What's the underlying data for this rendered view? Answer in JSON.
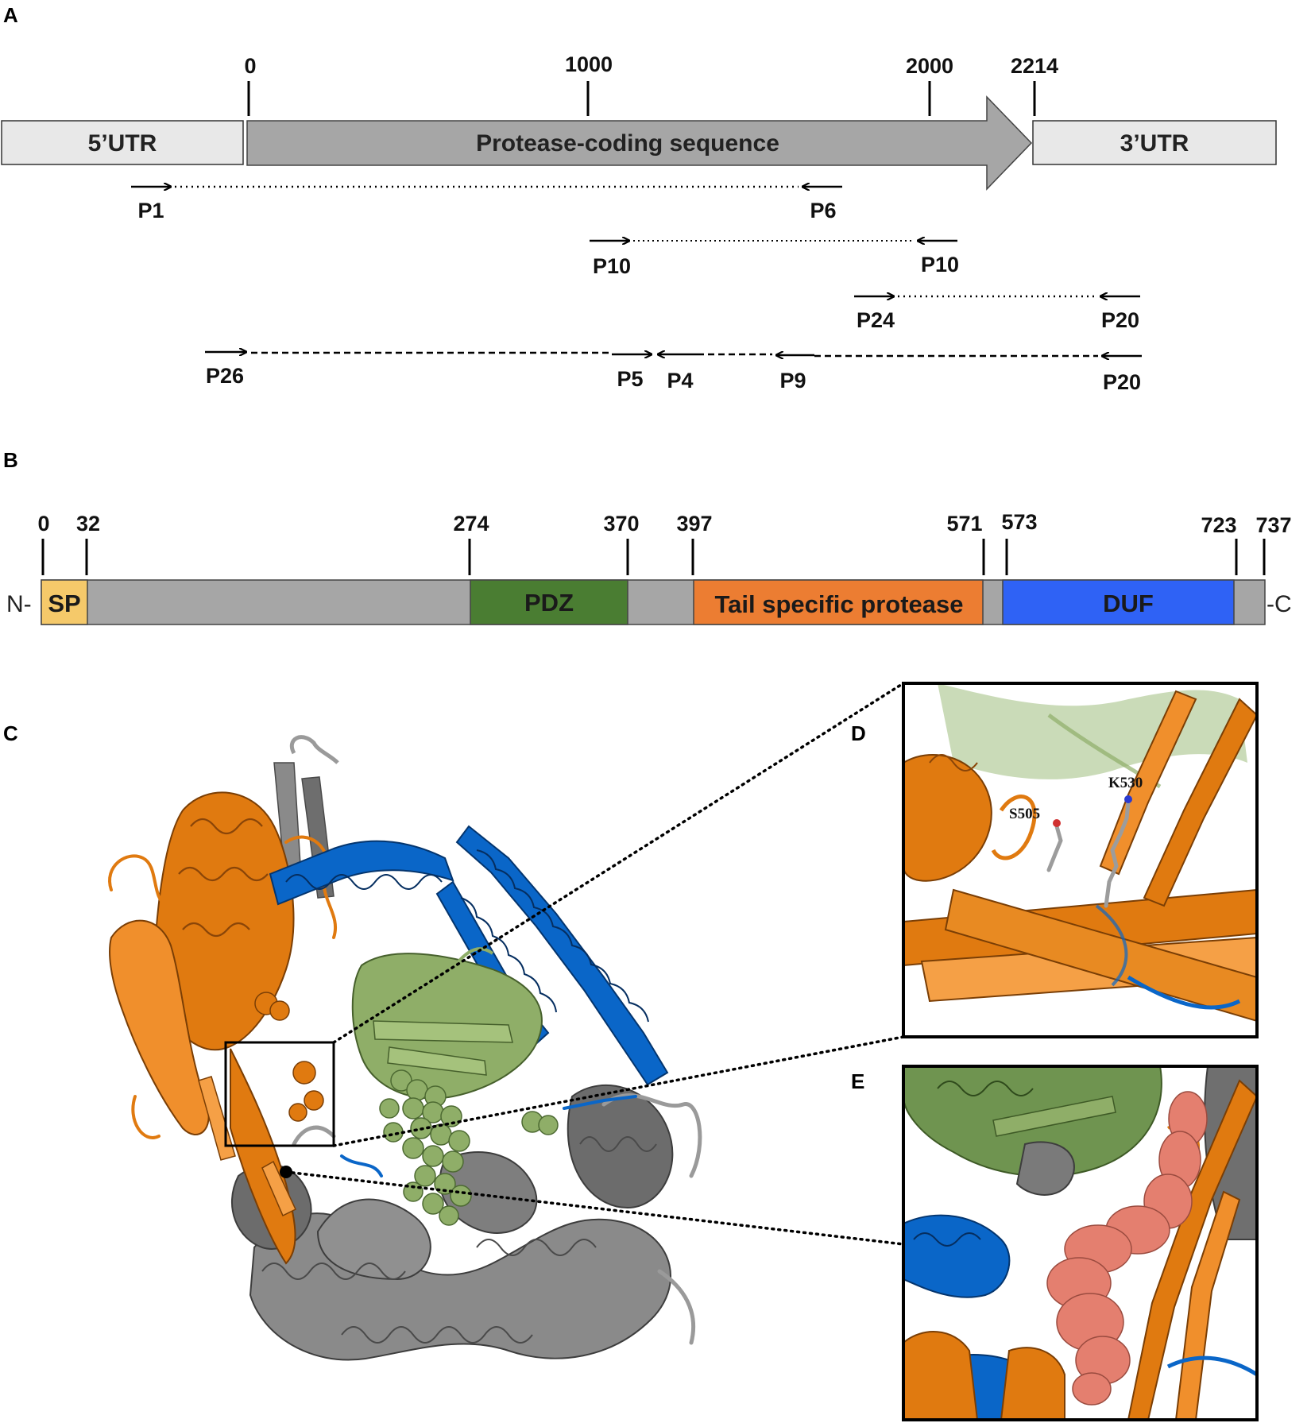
{
  "panels": {
    "a": {
      "letter": "A"
    },
    "b": {
      "letter": "B"
    },
    "c": {
      "letter": "C"
    },
    "d": {
      "letter": "D"
    },
    "e": {
      "letter": "E"
    }
  },
  "gene_map": {
    "utr5_label": "5’UTR",
    "coding_label": "Protease-coding sequence",
    "utr3_label": "3’UTR",
    "ticks": [
      "0",
      "1000",
      "2000",
      "2214"
    ],
    "primers": {
      "p1": "P1",
      "p6": "P6",
      "p10_fwd": "P10",
      "p10_rev": "P10",
      "p24": "P24",
      "p20_a": "P20",
      "p26": "P26",
      "p5": "P5",
      "p4": "P4",
      "p9": "P9",
      "p20_b": "P20"
    }
  },
  "domain_map": {
    "ticks": [
      "0",
      "32",
      "274",
      "370",
      "397",
      "571",
      "573",
      "723",
      "737"
    ],
    "n_term": "N-",
    "c_term": "-C",
    "sp": "SP",
    "pdz": "PDZ",
    "tsp": "Tail specific protease",
    "duf": "DUF",
    "colors": {
      "sp": "#f5c96a",
      "grey": "#a6a6a6",
      "pdz": "#4a7d32",
      "tsp": "#ec7d32",
      "duf": "#2f62f5"
    }
  },
  "structure": {
    "residue_s": "S505",
    "residue_k": "K530",
    "colors": {
      "tsp": "#e07a10",
      "pdz": "#8fae68",
      "duf": "#0a66c8",
      "core": "#7a7a7a",
      "tunnel": "#e47f6f"
    }
  }
}
